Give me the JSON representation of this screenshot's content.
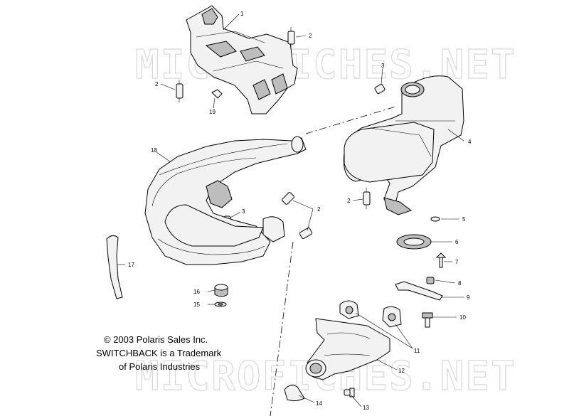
{
  "watermark": {
    "top": "MICROFICHES.NET",
    "bottom": "MICROFICHES.NET"
  },
  "copyright": {
    "line1": "© 2003 Polaris Sales Inc.",
    "line2": "SWITCHBACK is a Trademark",
    "line3": "of Polaris Industries"
  },
  "callouts": [
    {
      "id": "c1",
      "text": "1"
    },
    {
      "id": "c2a",
      "text": "2"
    },
    {
      "id": "c2b",
      "text": "2"
    },
    {
      "id": "c2c",
      "text": "2"
    },
    {
      "id": "c2d",
      "text": "2"
    },
    {
      "id": "c3a",
      "text": "3"
    },
    {
      "id": "c3b",
      "text": "3"
    },
    {
      "id": "c4",
      "text": "4"
    },
    {
      "id": "c5",
      "text": "5"
    },
    {
      "id": "c6",
      "text": "6"
    },
    {
      "id": "c7",
      "text": "7"
    },
    {
      "id": "c8",
      "text": "8"
    },
    {
      "id": "c9",
      "text": "9"
    },
    {
      "id": "c10",
      "text": "10"
    },
    {
      "id": "c11",
      "text": "11"
    },
    {
      "id": "c12",
      "text": "12"
    },
    {
      "id": "c13",
      "text": "13"
    },
    {
      "id": "c14",
      "text": "14"
    },
    {
      "id": "c15",
      "text": "15"
    },
    {
      "id": "c16",
      "text": "16"
    },
    {
      "id": "c17",
      "text": "17"
    },
    {
      "id": "c18",
      "text": "18"
    },
    {
      "id": "c19",
      "text": "19"
    }
  ]
}
